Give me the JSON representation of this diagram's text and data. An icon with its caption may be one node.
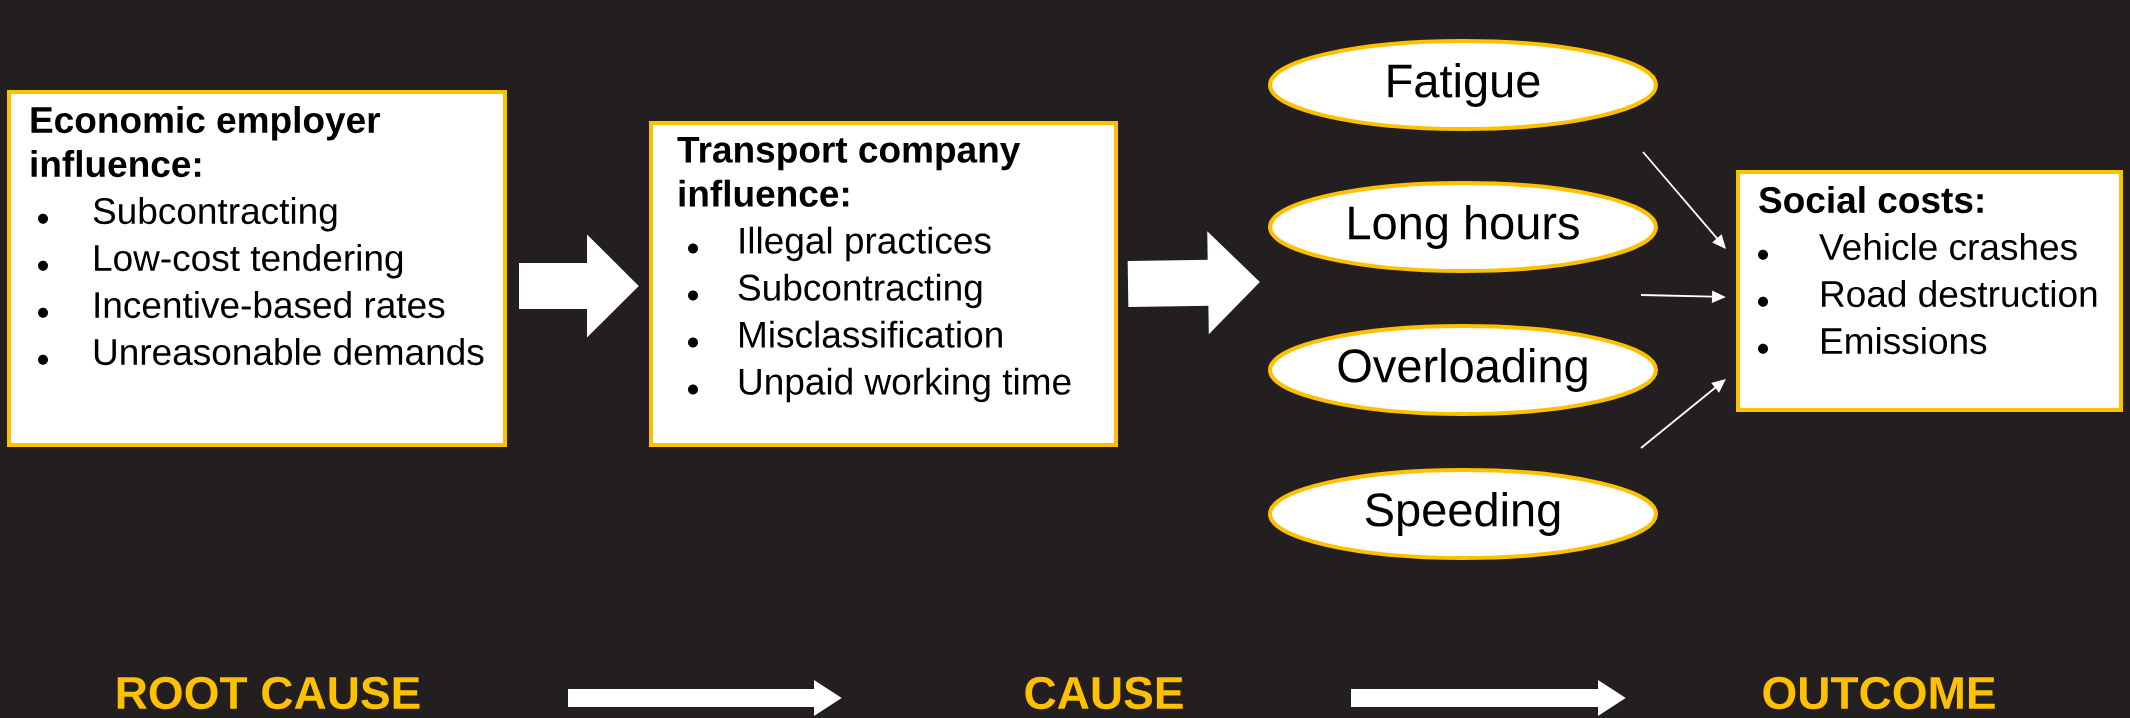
{
  "diagram": {
    "nodes": [
      {
        "text": [
          "Economic employer influence:",
          "Subcontracting",
          "Low-cost tendering",
          "Incentive-based rates",
          "Unreasonable demands"
        ]
      },
      {
        "text": [
          "Transport company influence:",
          "Illegal practices",
          "Subcontracting",
          "Misclassification",
          "Unpaid working time"
        ]
      },
      {
        "text": [
          "Fatigue"
        ]
      },
      {
        "text": [
          "Long hours"
        ]
      },
      {
        "text": [
          "Overloading"
        ]
      },
      {
        "text": [
          "Speeding"
        ]
      },
      {
        "text": [
          "Social costs:",
          "Vehicle crashes",
          "Road destruction",
          "Emissions"
        ]
      }
    ],
    "edges": [
      {
        "from": 0,
        "to": 1,
        "arrow": "to",
        "style": "thick"
      },
      {
        "from": 1,
        "to": null,
        "arrow": "to",
        "style": "thick"
      },
      {
        "from": null,
        "to": 6,
        "arrow": "to"
      },
      {
        "from": null,
        "to": 6,
        "arrow": "to"
      },
      {
        "from": null,
        "to": 6,
        "arrow": "to"
      }
    ],
    "labels": [
      "ROOT CAUSE",
      "CAUSE",
      "OUTCOME"
    ]
  }
}
